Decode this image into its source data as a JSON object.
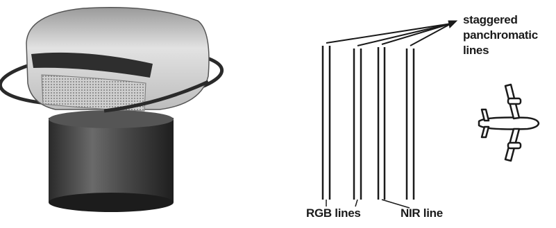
{
  "labels": {
    "staggered_lines": [
      "staggered",
      "panchromatic",
      "lines"
    ],
    "rgb_lines": "RGB lines",
    "nir_line": "NIR line"
  },
  "colors": {
    "background": "#ffffff",
    "line_ink": "#1a1a1a",
    "camera_dark": "#3a3a3a",
    "camera_light": "#d8d8d8"
  },
  "icons": [
    "airborne-camera-illustration",
    "airplane-icon"
  ]
}
